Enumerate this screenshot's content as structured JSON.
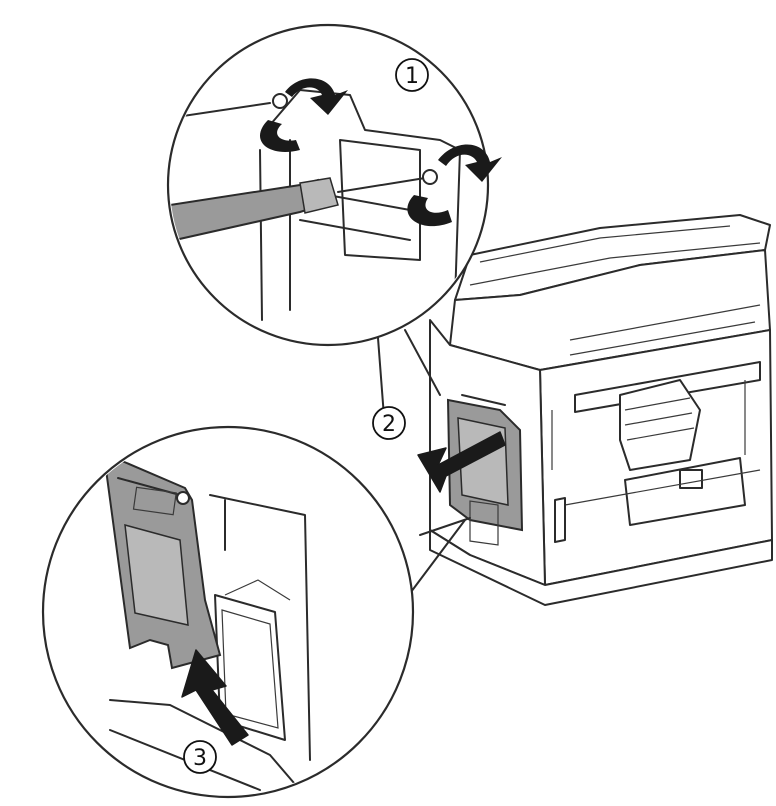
{
  "steps": [
    {
      "label": "1"
    },
    {
      "label": "2"
    },
    {
      "label": "3"
    }
  ],
  "colors": {
    "line": "#2b2b2b",
    "panel": "#9a9a9a",
    "arrow": "#1a1a1a",
    "background": "#ffffff"
  },
  "icons": [
    "screw-icon",
    "screwdriver-icon",
    "rotate-arrow-icon",
    "remove-arrow-icon",
    "insert-arrow-icon"
  ]
}
